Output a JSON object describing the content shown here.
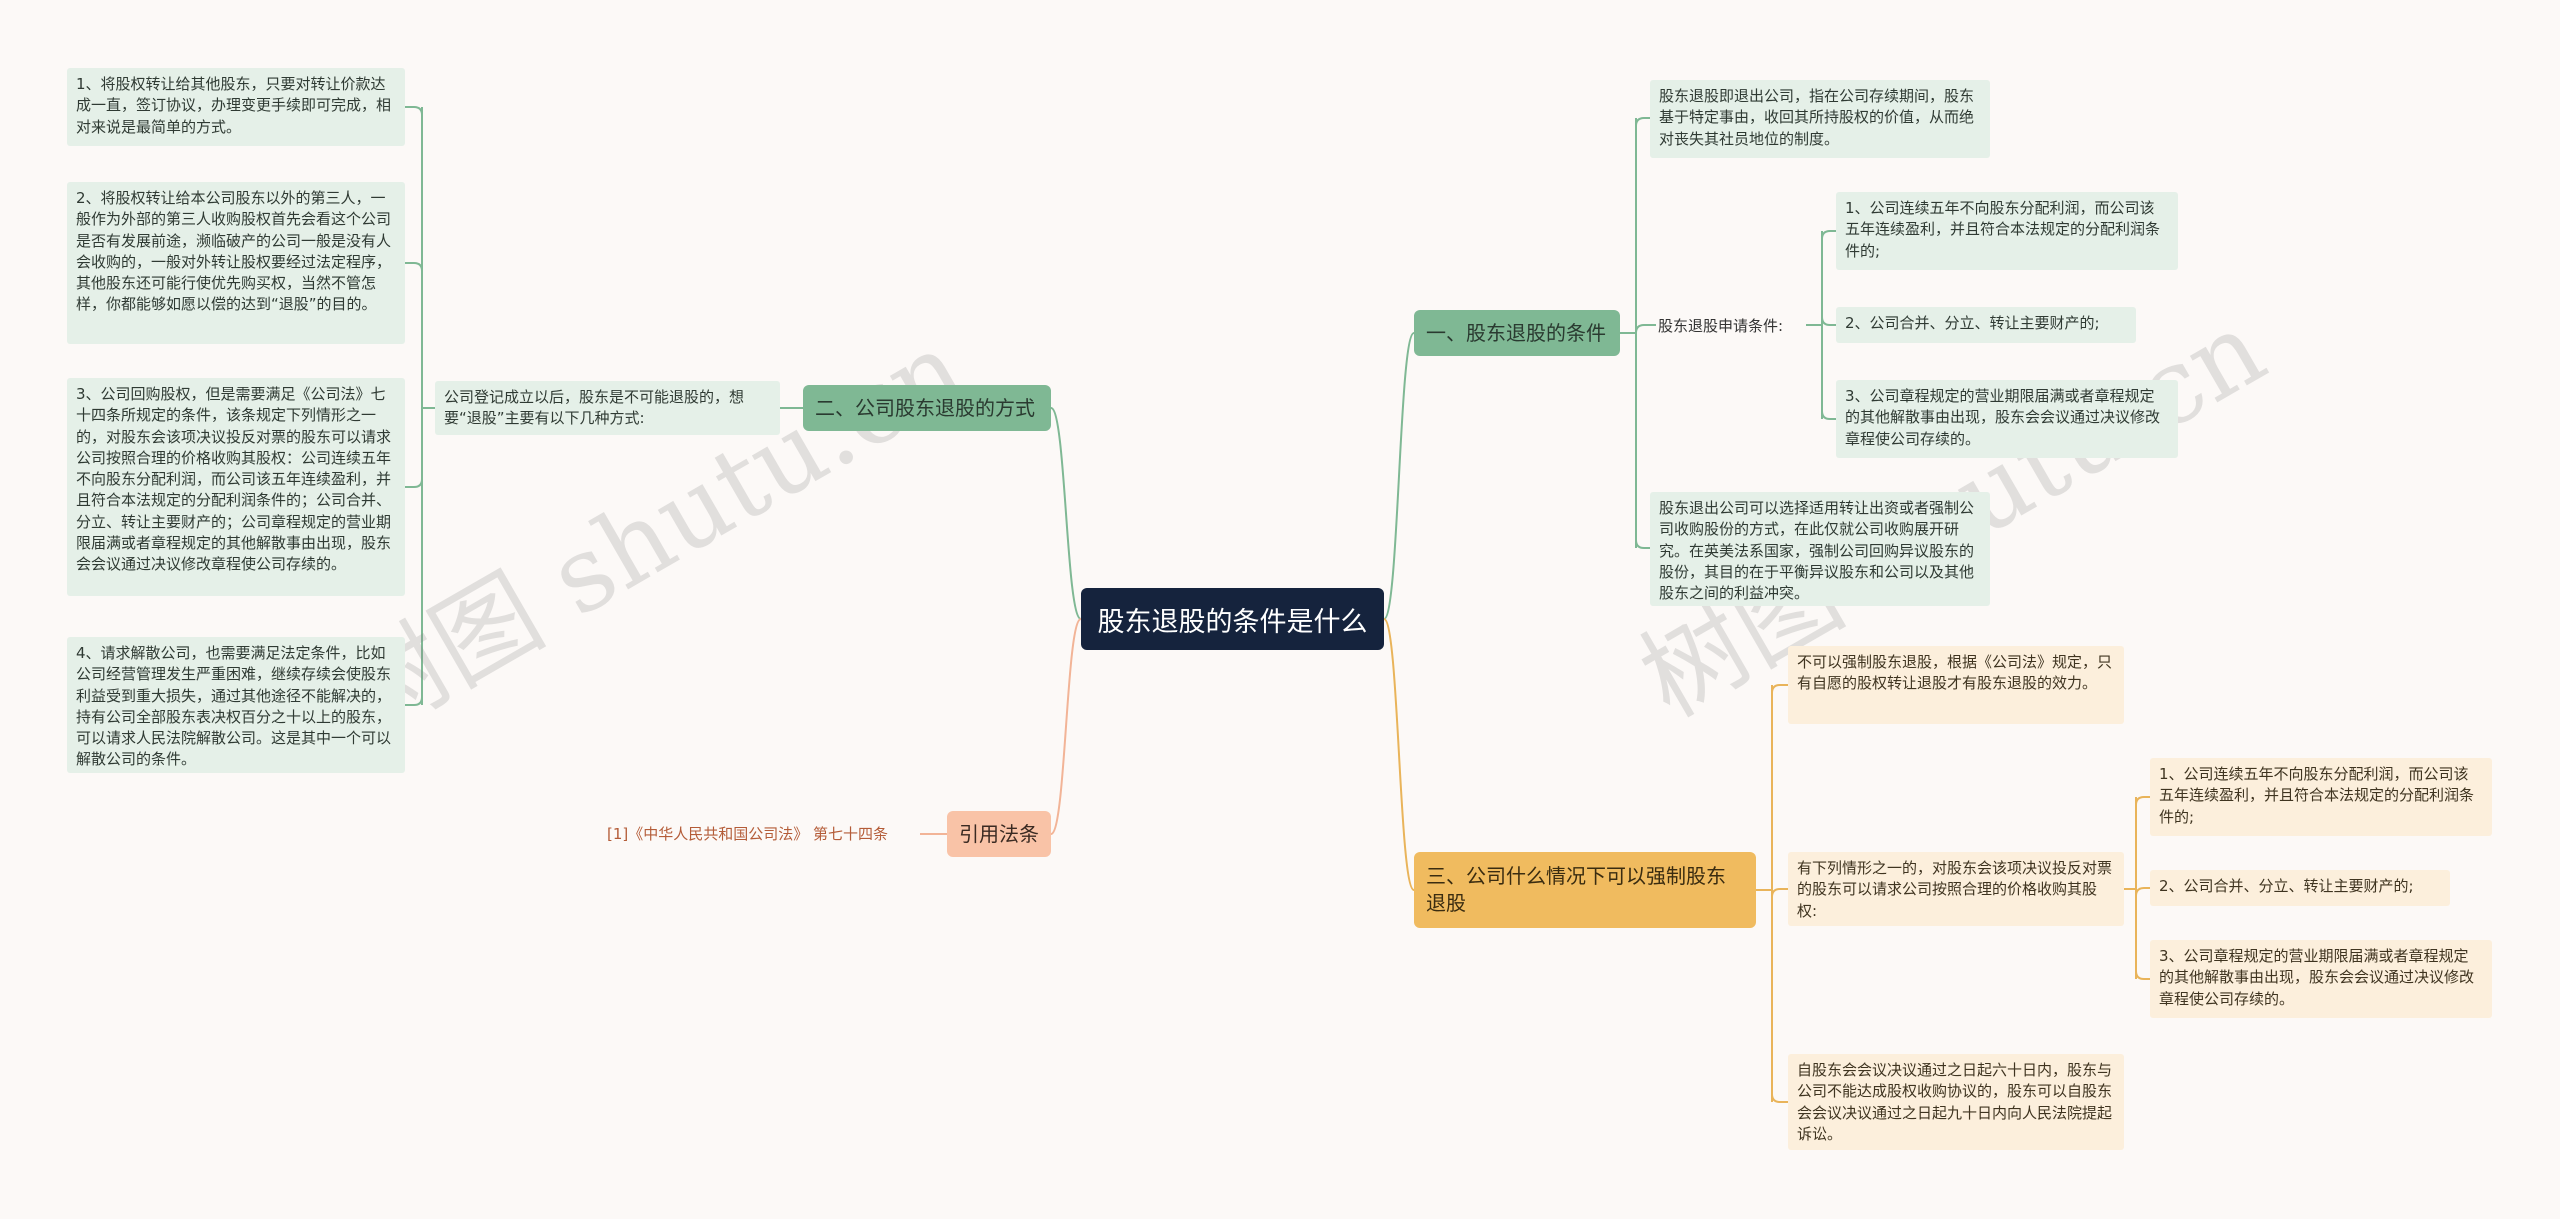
{
  "root": "股东退股的条件是什么",
  "branch1": {
    "title": "一、股东退股的条件",
    "definition": "股东退股即退出公司，指在公司存续期间，股东基于特定事由，收回其所持股权的价值，从而绝对丧失其社员地位的制度。",
    "apply_label": "股东退股申请条件:",
    "apply_items": [
      "1、公司连续五年不向股东分配利润，而公司该五年连续盈利，并且符合本法规定的分配利润条件的;",
      "2、公司合并、分立、转让主要财产的;",
      "3、公司章程规定的营业期限届满或者章程规定的其他解散事由出现，股东会会议通过决议修改章程使公司存续的。"
    ],
    "exit_note": "股东退出公司可以选择适用转让出资或者强制公司收购股份的方式，在此仅就公司收购展开研究。在英美法系国家，强制公司回购异议股东的股份，其目的在于平衡异议股东和公司以及其他股东之间的利益冲突。"
  },
  "branch2": {
    "title": "二、公司股东退股的方式",
    "intro": "公司登记成立以后，股东是不可能退股的，想要“退股”主要有以下几种方式:",
    "items": [
      "1、将股权转让给其他股东，只要对转让价款达成一直，签订协议，办理变更手续即可完成，相对来说是最简单的方式。",
      "2、将股权转让给本公司股东以外的第三人，一般作为外部的第三人收购股权首先会看这个公司是否有发展前途，濒临破产的公司一般是没有人会收购的，一般对外转让股权要经过法定程序，其他股东还可能行使优先购买权，当然不管怎样，你都能够如愿以偿的达到“退股”的目的。",
      "3、公司回购股权，但是需要满足《公司法》七十四条所规定的条件，该条规定下列情形之一的，对股东会该项决议投反对票的股东可以请求公司按照合理的价格收购其股权：公司连续五年不向股东分配利润，而公司该五年连续盈利，并且符合本法规定的分配利润条件的；公司合并、分立、转让主要财产的；公司章程规定的营业期限届满或者章程规定的其他解散事由出现，股东会会议通过决议修改章程使公司存续的。",
      "4、请求解散公司，也需要满足法定条件，比如公司经营管理发生严重困难，继续存续会使股东利益受到重大损失，通过其他途径不能解决的，持有公司全部股东表决权百分之十以上的股东，可以请求人民法院解散公司。这是其中一个可以解散公司的条件。"
    ]
  },
  "branch3": {
    "title": "三、公司什么情况下可以强制股东退股",
    "note1": "不可以强制股东退股，根据《公司法》规定，只有自愿的股权转让退股才有股东退股的效力。",
    "note2": "有下列情形之一的，对股东会该项决议投反对票的股东可以请求公司按照合理的价格收购其股权:",
    "items": [
      "1、公司连续五年不向股东分配利润，而公司该五年连续盈利，并且符合本法规定的分配利润条件的;",
      "2、公司合并、分立、转让主要财产的;",
      "3、公司章程规定的营业期限届满或者章程规定的其他解散事由出现，股东会会议通过决议修改章程使公司存续的。"
    ],
    "note3": "自股东会会议决议通过之日起六十日内，股东与公司不能达成股权收购协议的，股东可以自股东会会议决议通过之日起九十日内向人民法院提起诉讼。"
  },
  "branch4": {
    "title": "引用法条",
    "citation": "[1]《中华人民共和国公司法》 第七十四条"
  },
  "watermarks": [
    "树图 shutu.cn",
    "树图 shutu.cn"
  ],
  "colors": {
    "root": "#15233d",
    "green_branch": "#7fb894",
    "green_leaf": "#e5f0e8",
    "orange_branch": "#f0bb5f",
    "orange_leaf": "#fcefdc",
    "salmon_branch": "#f9c3a7",
    "green_line": "#7fb894",
    "orange_line": "#e9b45a",
    "salmon_line": "#f2b497"
  }
}
